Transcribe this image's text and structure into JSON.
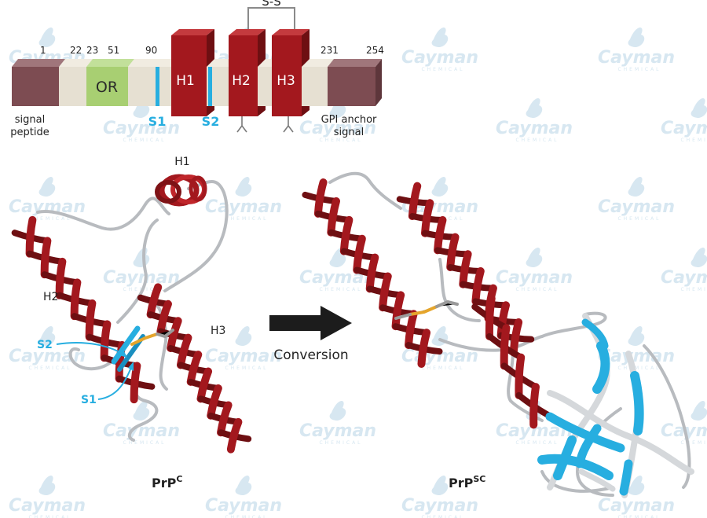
{
  "domain_map": {
    "positions": {
      "p1": "1",
      "p22": "22",
      "p23": "23",
      "p51": "51",
      "p90": "90",
      "p231": "231",
      "p254": "254"
    },
    "signal_peptide_line1": "signal",
    "signal_peptide_line2": "peptide",
    "or_label": "OR",
    "h1_label": "H1",
    "h2_label": "H2",
    "h3_label": "H3",
    "s1_label": "S1",
    "s2_label": "S2",
    "ss_label": "S-S",
    "gpi_line1": "GPI anchor",
    "gpi_line2": "signal"
  },
  "prpc": {
    "h1_label": "H1",
    "h2_label": "H2",
    "h3_label": "H3",
    "s1_label": "S1",
    "s2_label": "S2",
    "name_main": "PrP",
    "name_sup": "C"
  },
  "arrow": {
    "label": "Conversion"
  },
  "prpsc": {
    "name_main": "PrP",
    "name_sup": "SC"
  },
  "watermark": {
    "text": "Cayman",
    "subtext": "CHEMICAL"
  },
  "colors": {
    "helix": "#a3181e",
    "helix_dark": "#6e0f12",
    "strand": "#27aee0",
    "or_green": "#a8cf72",
    "signal_brown": "#7d4c52",
    "backbone": "#c9ccd0",
    "neutral_box": "#e6e0d2",
    "watermark": "#d7e7f1",
    "arrow": "#1c1c1c"
  }
}
